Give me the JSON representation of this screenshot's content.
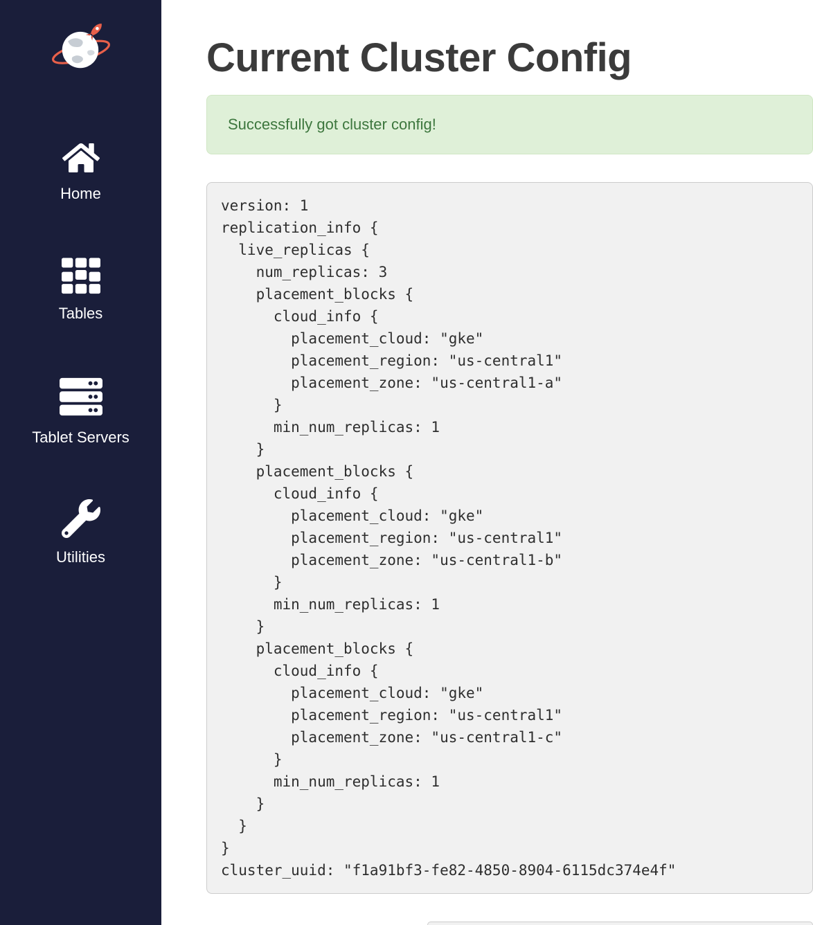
{
  "page": {
    "title": "Current Cluster Config"
  },
  "sidebar": {
    "logo": "planet-rocket-logo",
    "items": [
      {
        "label": "Home",
        "icon": "home-icon"
      },
      {
        "label": "Tables",
        "icon": "tables-icon"
      },
      {
        "label": "Tablet Servers",
        "icon": "servers-icon"
      },
      {
        "label": "Utilities",
        "icon": "wrench-icon"
      }
    ]
  },
  "alert": {
    "message": "Successfully got cluster config!"
  },
  "config": {
    "text": "version: 1\nreplication_info {\n  live_replicas {\n    num_replicas: 3\n    placement_blocks {\n      cloud_info {\n        placement_cloud: \"gke\"\n        placement_region: \"us-central1\"\n        placement_zone: \"us-central1-a\"\n      }\n      min_num_replicas: 1\n    }\n    placement_blocks {\n      cloud_info {\n        placement_cloud: \"gke\"\n        placement_region: \"us-central1\"\n        placement_zone: \"us-central1-b\"\n      }\n      min_num_replicas: 1\n    }\n    placement_blocks {\n      cloud_info {\n        placement_cloud: \"gke\"\n        placement_region: \"us-central1\"\n        placement_zone: \"us-central1-c\"\n      }\n      min_num_replicas: 1\n    }\n  }\n}\ncluster_uuid: \"f1a91bf3-fe82-4850-8904-6115dc374e4f\""
  },
  "colors": {
    "sidebar_bg": "#1a1e3a",
    "alert_bg": "#dff0d8",
    "alert_text": "#3c763d",
    "pre_bg": "#f1f1f1",
    "accent": "#e8604a"
  }
}
